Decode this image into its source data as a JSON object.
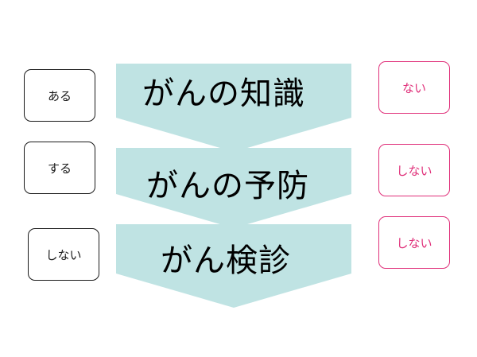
{
  "colors": {
    "chevron_fill": "#bfe3e3",
    "left_border": "#1a1a1a",
    "right_accent": "#e0307a"
  },
  "stages": [
    {
      "label": "がんの知識",
      "left": "ある",
      "right": "ない"
    },
    {
      "label": "がんの予防",
      "left": "する",
      "right": "しない"
    },
    {
      "label": "がん検診",
      "left": "しない",
      "right": "しない"
    }
  ]
}
